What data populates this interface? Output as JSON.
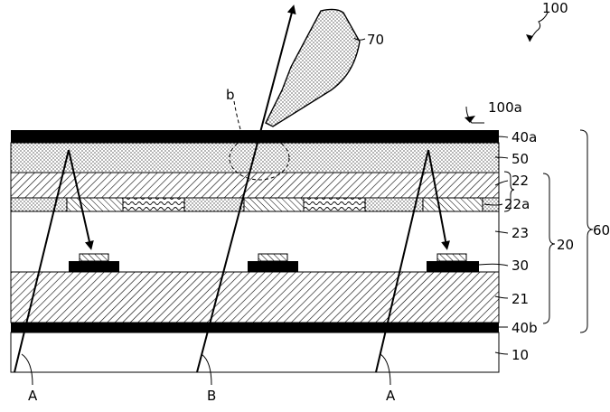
{
  "labels": {
    "device": "100",
    "surface": "100a",
    "finger": "70",
    "top_polarizer": "40a",
    "layer_50": "50",
    "layer_22": "22",
    "layer_22a": "22a",
    "layer_23": "23",
    "electrode_30": "30",
    "layer_21": "21",
    "bottom_polarizer": "40b",
    "backlight": "10",
    "group_20": "20",
    "group_60": "60",
    "region_b": "b",
    "ray_a_left": "A",
    "ray_b": "B",
    "ray_a_right": "A"
  }
}
